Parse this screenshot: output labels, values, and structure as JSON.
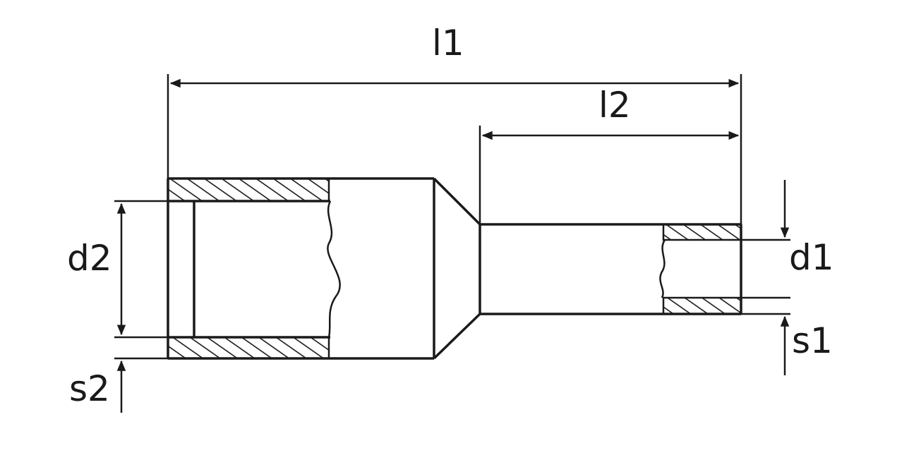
{
  "labels": {
    "l1": "l1",
    "l2": "l2",
    "d1": "d1",
    "d2": "d2",
    "s1": "s1",
    "s2": "s2"
  },
  "colors": {
    "stroke": "#1a1a1a",
    "hatch_fill": "#ffffff"
  }
}
